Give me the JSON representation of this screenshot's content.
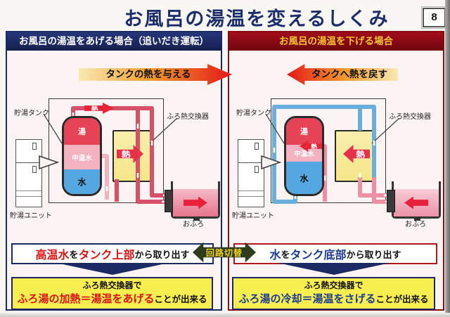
{
  "title": "お風呂の湯温を変えるしくみ",
  "page_number": "8",
  "switch_badge": "回路切替",
  "colors": {
    "navy": "#1b2a63",
    "dark_red": "#8c0a12",
    "header_yellow": "#f3c234",
    "pipe_red": "#d84f68",
    "pipe_blue": "#6aaede",
    "tank_hot_red": "#e64456",
    "tank_mid_pink": "#f4b2c0",
    "tank_cold_blue": "#55a7e2",
    "exchanger_yellow": "#f7eb9e",
    "heat_arrow_red": "#e62433",
    "result_box_yellow": "#f7ee4f",
    "em_red": "#dc1414",
    "em_blue": "#1c3a94"
  },
  "left": {
    "header": "お風呂の湯温をあげる場合（追いだき運転）",
    "flow_banner": "タンクの熱を与える",
    "labels": {
      "tank": "貯湯タンク",
      "unit": "貯湯ユニット",
      "exchanger": "ふろ熱交換器",
      "bath": "おふろ",
      "tank_hot": "湯",
      "tank_mid": "中温水",
      "tank_cold": "水",
      "heat_pipe": "熱",
      "heat_exchanger": "熱"
    },
    "statement": {
      "em1": "高温水",
      "t1": "を",
      "em2": "タンク上部",
      "t2": "から取り出す"
    },
    "result": {
      "line1": "ふろ熱交換器で",
      "em": "ふろ湯の加熱＝湯温をあげる",
      "tail": "ことが出来る"
    }
  },
  "right": {
    "header": "お風呂の湯温を下げる場合",
    "flow_banner": "タンクへ熱を戻す",
    "labels": {
      "tank": "貯湯タンク",
      "unit": "貯湯ユニット",
      "exchanger": "ふろ熱交換器",
      "bath": "おふろ",
      "tank_hot": "湯",
      "tank_mid": "中温水",
      "tank_cold": "水",
      "heat_tank": "熱",
      "heat_exchanger": "熱"
    },
    "statement": {
      "em1": "水",
      "t1": "を",
      "em2": "タンク底部",
      "t2": "から取り出す"
    },
    "result": {
      "line1": "ふろ熱交換器で",
      "em": "ふろ湯の冷却＝湯温をさげる",
      "tail": "ことが出来る"
    }
  }
}
